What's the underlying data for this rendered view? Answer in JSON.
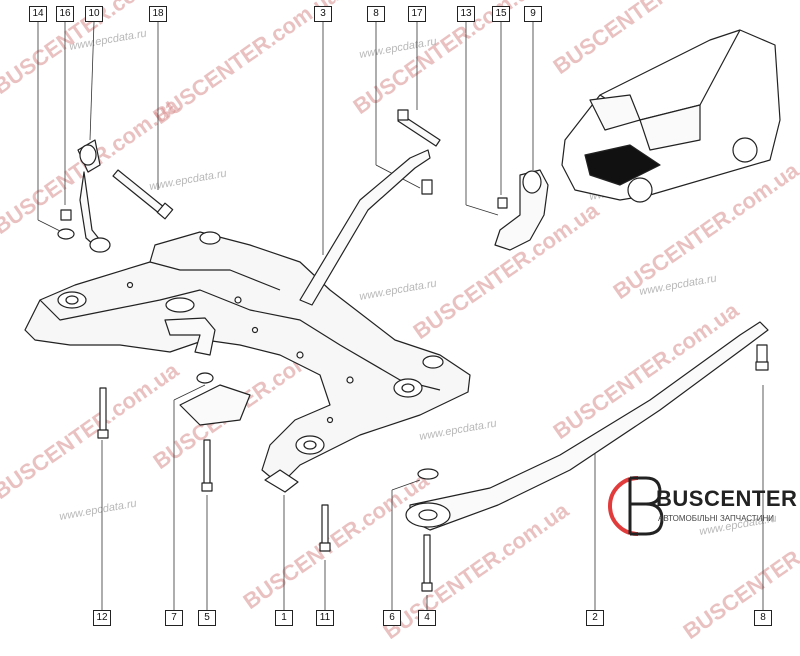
{
  "callouts": {
    "top": [
      "14",
      "16",
      "10",
      "18",
      "3",
      "8",
      "17",
      "13",
      "15",
      "9"
    ],
    "bottom": [
      "12",
      "7",
      "5",
      "1",
      "11",
      "6",
      "4",
      "2",
      "8"
    ]
  },
  "watermarks": {
    "brand": "BUSCENTER.com.ua",
    "url": "www.epcdata.ru"
  },
  "logo": {
    "name": "BUSCENTER",
    "tagline": "АВТОМОБІЛЬНІ ЗАПЧАСТИНИ",
    "accent_color": "#e23b3b"
  }
}
